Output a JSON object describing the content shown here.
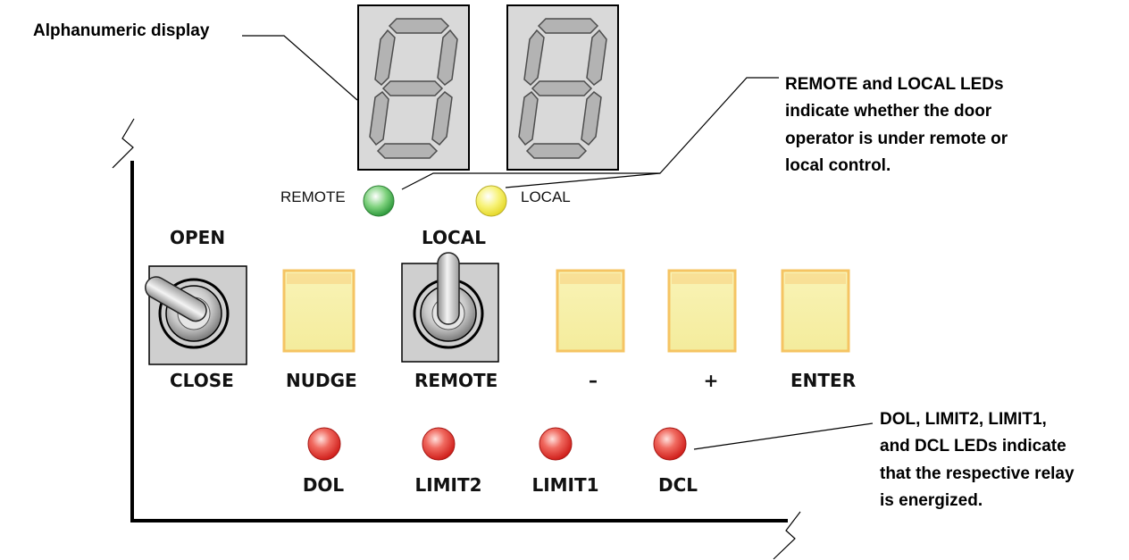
{
  "callouts": {
    "display": "Alphanumeric display",
    "remote_local": [
      "REMOTE and LOCAL LEDs",
      "indicate whether the door",
      "operator is under remote or",
      "local control."
    ],
    "relay_leds": [
      "DOL, LIMIT2, LIMIT1,",
      "and DCL LEDs indicate",
      "that the respective relay",
      "is energized."
    ]
  },
  "indicator_leds": {
    "remote": {
      "label": "REMOTE",
      "color": "#3fae49"
    },
    "local": {
      "label": "LOCAL",
      "color": "#f2ea3a"
    }
  },
  "controls": {
    "open_close_switch": {
      "top_label": "OPEN",
      "bottom_label": "CLOSE"
    },
    "nudge_button": {
      "label": "NUDGE"
    },
    "local_remote_switch": {
      "top_label": "LOCAL",
      "bottom_label": "REMOTE"
    },
    "minus_button": {
      "label": "–"
    },
    "plus_button": {
      "label": "+"
    },
    "enter_button": {
      "label": "ENTER"
    }
  },
  "relay_leds": [
    {
      "label": "DOL",
      "color": "#e0322c"
    },
    {
      "label": "LIMIT2",
      "color": "#e0322c"
    },
    {
      "label": "LIMIT1",
      "color": "#e0322c"
    },
    {
      "label": "DCL",
      "color": "#e0322c"
    }
  ],
  "colors": {
    "button_fill": "#f7f1a6",
    "button_border": "#f5c463",
    "display_bg": "#d9d9d9",
    "segment_fill": "#b3b3b3",
    "switch_plate": "#cfcfcf"
  }
}
